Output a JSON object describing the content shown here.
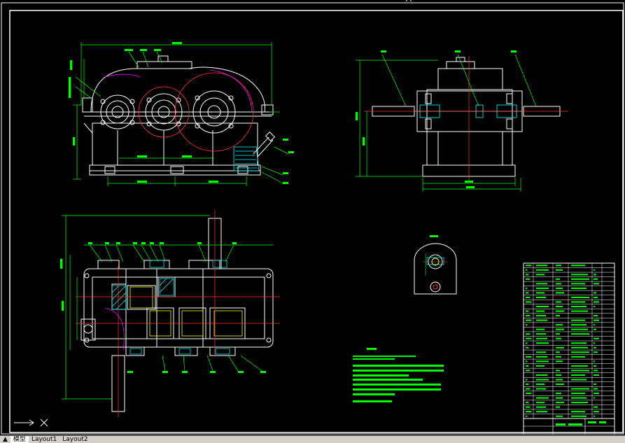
{
  "drawing": {
    "colors": {
      "background": "#000000",
      "frame": "#ffffff",
      "outline": "#ffffff",
      "dimension": "#00ff00",
      "centerline": "#ff0000",
      "hidden": "#ff00ff",
      "gear": "#ffffff",
      "oil": "#00ffff",
      "leader": "#00ff00",
      "hatch": "#00ffff",
      "yellow": "#ffff00"
    },
    "notes_text_lines": 10,
    "title_block_rows": 34
  },
  "tabs": {
    "model_prefix": "▲",
    "model": "模型",
    "layout1": "Layout1",
    "layout2": "Layout2"
  },
  "ucs": {
    "x_label": "X"
  }
}
